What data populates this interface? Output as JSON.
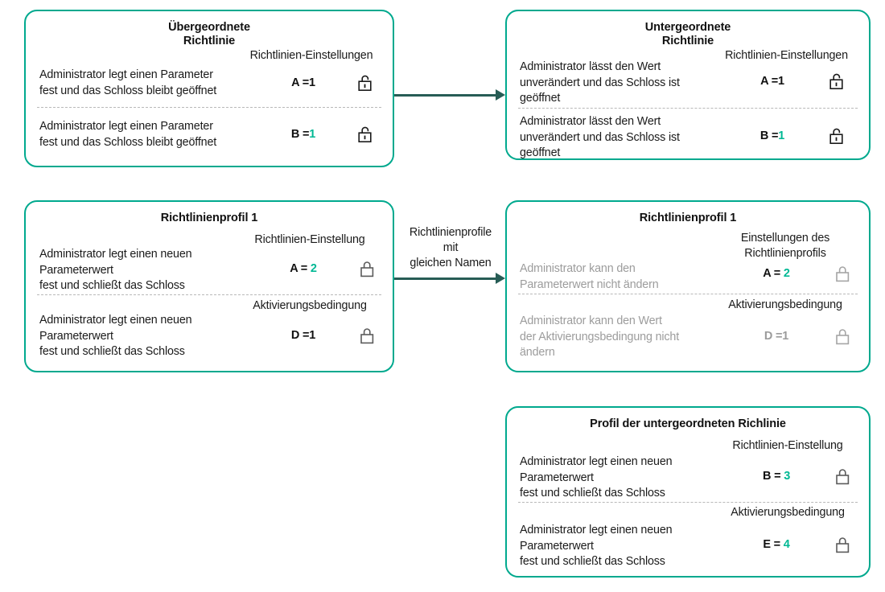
{
  "theme": {
    "box_border": "#00a98e",
    "accent_number": "#00b894",
    "arrow": "#275c55",
    "muted_text": "#9c9c9c",
    "text": "#1a1a1a",
    "divider": "#b9b9b9"
  },
  "boxes": {
    "parent_policy": {
      "title": "Übergeordnete\nRichtlinie",
      "title_line1": "Übergeordnete",
      "title_line2": "Richtlinie",
      "rows": [
        {
          "description": "Administrator legt einen Parameter\nfest und das Schloss bleibt geöffnet",
          "desc_line1": "Administrator legt einen Parameter",
          "desc_line2": "fest und das Schloss bleibt geöffnet",
          "column_header": "Richtlinien-Einstellungen",
          "param": "A",
          "equals": "=",
          "value": "1",
          "value_accent": false,
          "lock": "lock-open-icon",
          "lock_state": "unlocked",
          "muted": false
        },
        {
          "description": "Administrator legt einen Parameter\nfest und das Schloss bleibt geöffnet",
          "desc_line1": "Administrator legt einen Parameter",
          "desc_line2": "fest und das Schloss bleibt geöffnet",
          "column_header": "",
          "param": "B",
          "equals": "=",
          "value": "1",
          "value_accent": true,
          "lock": "lock-open-icon",
          "lock_state": "unlocked",
          "muted": false
        }
      ]
    },
    "child_policy": {
      "title_line1": "Untergeordnete",
      "title_line2": "Richtlinie",
      "rows": [
        {
          "desc_line1": "Administrator lässt den Wert",
          "desc_line2": "unverändert und das Schloss ist",
          "desc_line3": "geöffnet",
          "column_header": "Richtlinien-Einstellungen",
          "param": "A",
          "equals": "=",
          "value": "1",
          "value_accent": false,
          "lock": "lock-open-icon",
          "lock_state": "unlocked",
          "muted": false
        },
        {
          "desc_line1": "Administrator lässt den Wert",
          "desc_line2": "unverändert und das Schloss ist",
          "desc_line3": "geöffnet",
          "column_header": "",
          "param": "B",
          "equals": "=",
          "value": "1",
          "value_accent": true,
          "lock": "lock-open-icon",
          "lock_state": "unlocked",
          "muted": false
        }
      ]
    },
    "policy_profile_left": {
      "title_line1": "Richtlinienprofil 1",
      "rows": [
        {
          "desc_line1": "Administrator legt einen neuen",
          "desc_line2": "Parameterwert",
          "desc_line3": "fest und schließt das Schloss",
          "column_header": "Richtlinien-Einstellung",
          "param": "A",
          "equals": "=",
          "value": "2",
          "value_accent": true,
          "lock": "lock-closed-icon",
          "lock_state": "locked",
          "muted": false
        },
        {
          "desc_line1": "Administrator legt einen neuen",
          "desc_line2": "Parameterwert",
          "desc_line3": "fest und schließt das Schloss",
          "column_header": "Aktivierungsbedingung",
          "param": "D",
          "equals": "=",
          "value": "1",
          "value_accent": false,
          "lock": "lock-closed-icon",
          "lock_state": "locked",
          "muted": false
        }
      ]
    },
    "policy_profile_right": {
      "title_line1": "Richtlinienprofil 1",
      "rows": [
        {
          "desc_line1": "Administrator kann den",
          "desc_line2": "Parameterwert nicht ändern",
          "desc_line3": "",
          "column_header_line1": "Einstellungen des",
          "column_header_line2": "Richtlinienprofils",
          "param": "A",
          "equals": "=",
          "value": "2",
          "value_accent": true,
          "lock": "lock-closed-icon",
          "lock_state": "locked",
          "muted": true
        },
        {
          "desc_line1": "Administrator kann den Wert",
          "desc_line2": "der Aktivierungsbedingung nicht",
          "desc_line3": "ändern",
          "column_header_line1": "Aktivierungsbedingung",
          "column_header_line2": "",
          "param": "D",
          "equals": "=",
          "value": "1",
          "value_accent": false,
          "lock": "lock-closed-icon",
          "lock_state": "locked",
          "muted": true
        }
      ]
    },
    "child_policy_profile": {
      "title_line1": "Profil der untergeordneten Richlinie",
      "rows": [
        {
          "desc_line1": "Administrator legt einen neuen",
          "desc_line2": "Parameterwert",
          "desc_line3": "fest und schließt das Schloss",
          "column_header": "Richtlinien-Einstellung",
          "param": "B",
          "equals": "=",
          "value": "3",
          "value_accent": true,
          "lock": "lock-closed-icon",
          "lock_state": "locked",
          "muted": false
        },
        {
          "desc_line1": "Administrator legt einen neuen",
          "desc_line2": "Parameterwert",
          "desc_line3": "fest und schließt das Schloss",
          "column_header": "Aktivierungsbedingung",
          "param": "E",
          "equals": "=",
          "value": "4",
          "value_accent": true,
          "lock": "lock-closed-icon",
          "lock_state": "locked",
          "muted": false
        }
      ]
    }
  },
  "arrows": {
    "top": {
      "label": ""
    },
    "middle": {
      "label_line1": "Richtlinienprofile",
      "label_line2": "mit",
      "label_line3": "gleichen Namen"
    }
  }
}
